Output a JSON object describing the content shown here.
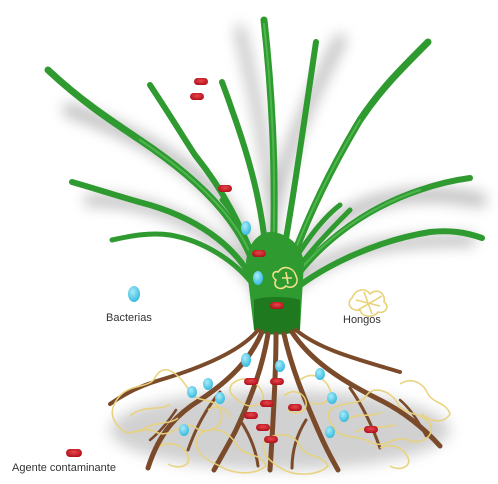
{
  "legend": {
    "bacteria_label": "Bacterias",
    "fungi_label": "Hongos",
    "contaminant_label": "Agente contaminante"
  },
  "colors": {
    "plant_green": "#2f9a2f",
    "plant_green_dark": "#1f7a1f",
    "root_brown": "#7a4a2a",
    "fungi_yellow": "#e8d27a",
    "bacteria_cyan": "#3cc6e8",
    "contaminant_red": "#c8141e",
    "shadow_gray": "#8a8a8a"
  },
  "icons": {
    "bacteria": "cyan-oval-icon",
    "fungi": "yellow-hyphae-icon",
    "contaminant": "red-capsule-icon"
  }
}
